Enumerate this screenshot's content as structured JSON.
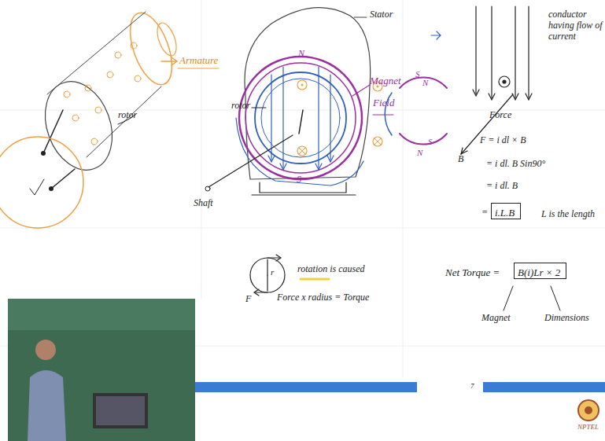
{
  "diagram": {
    "nodes": [
      {
        "text": [
          "i.L.B"
        ]
      },
      {
        "text": [
          "B(i)Lr × 2"
        ]
      }
    ],
    "labels": [
      "Stator",
      "Magnet",
      "Field",
      "Armature",
      "rotor",
      "rotor",
      "Shaft",
      "N",
      "S",
      "S",
      "N",
      "S",
      "N",
      "conductor having flow of current",
      "B",
      "Force",
      "F = i dl × B",
      "= i dl. B Sin90°",
      "= i dl. B",
      "=",
      "L is the length",
      "rotation is caused",
      "Force x radius = Torque",
      "F",
      "r",
      "Net Torque =",
      "Magnet",
      "Dimensions",
      "NPTEL",
      "7"
    ]
  }
}
